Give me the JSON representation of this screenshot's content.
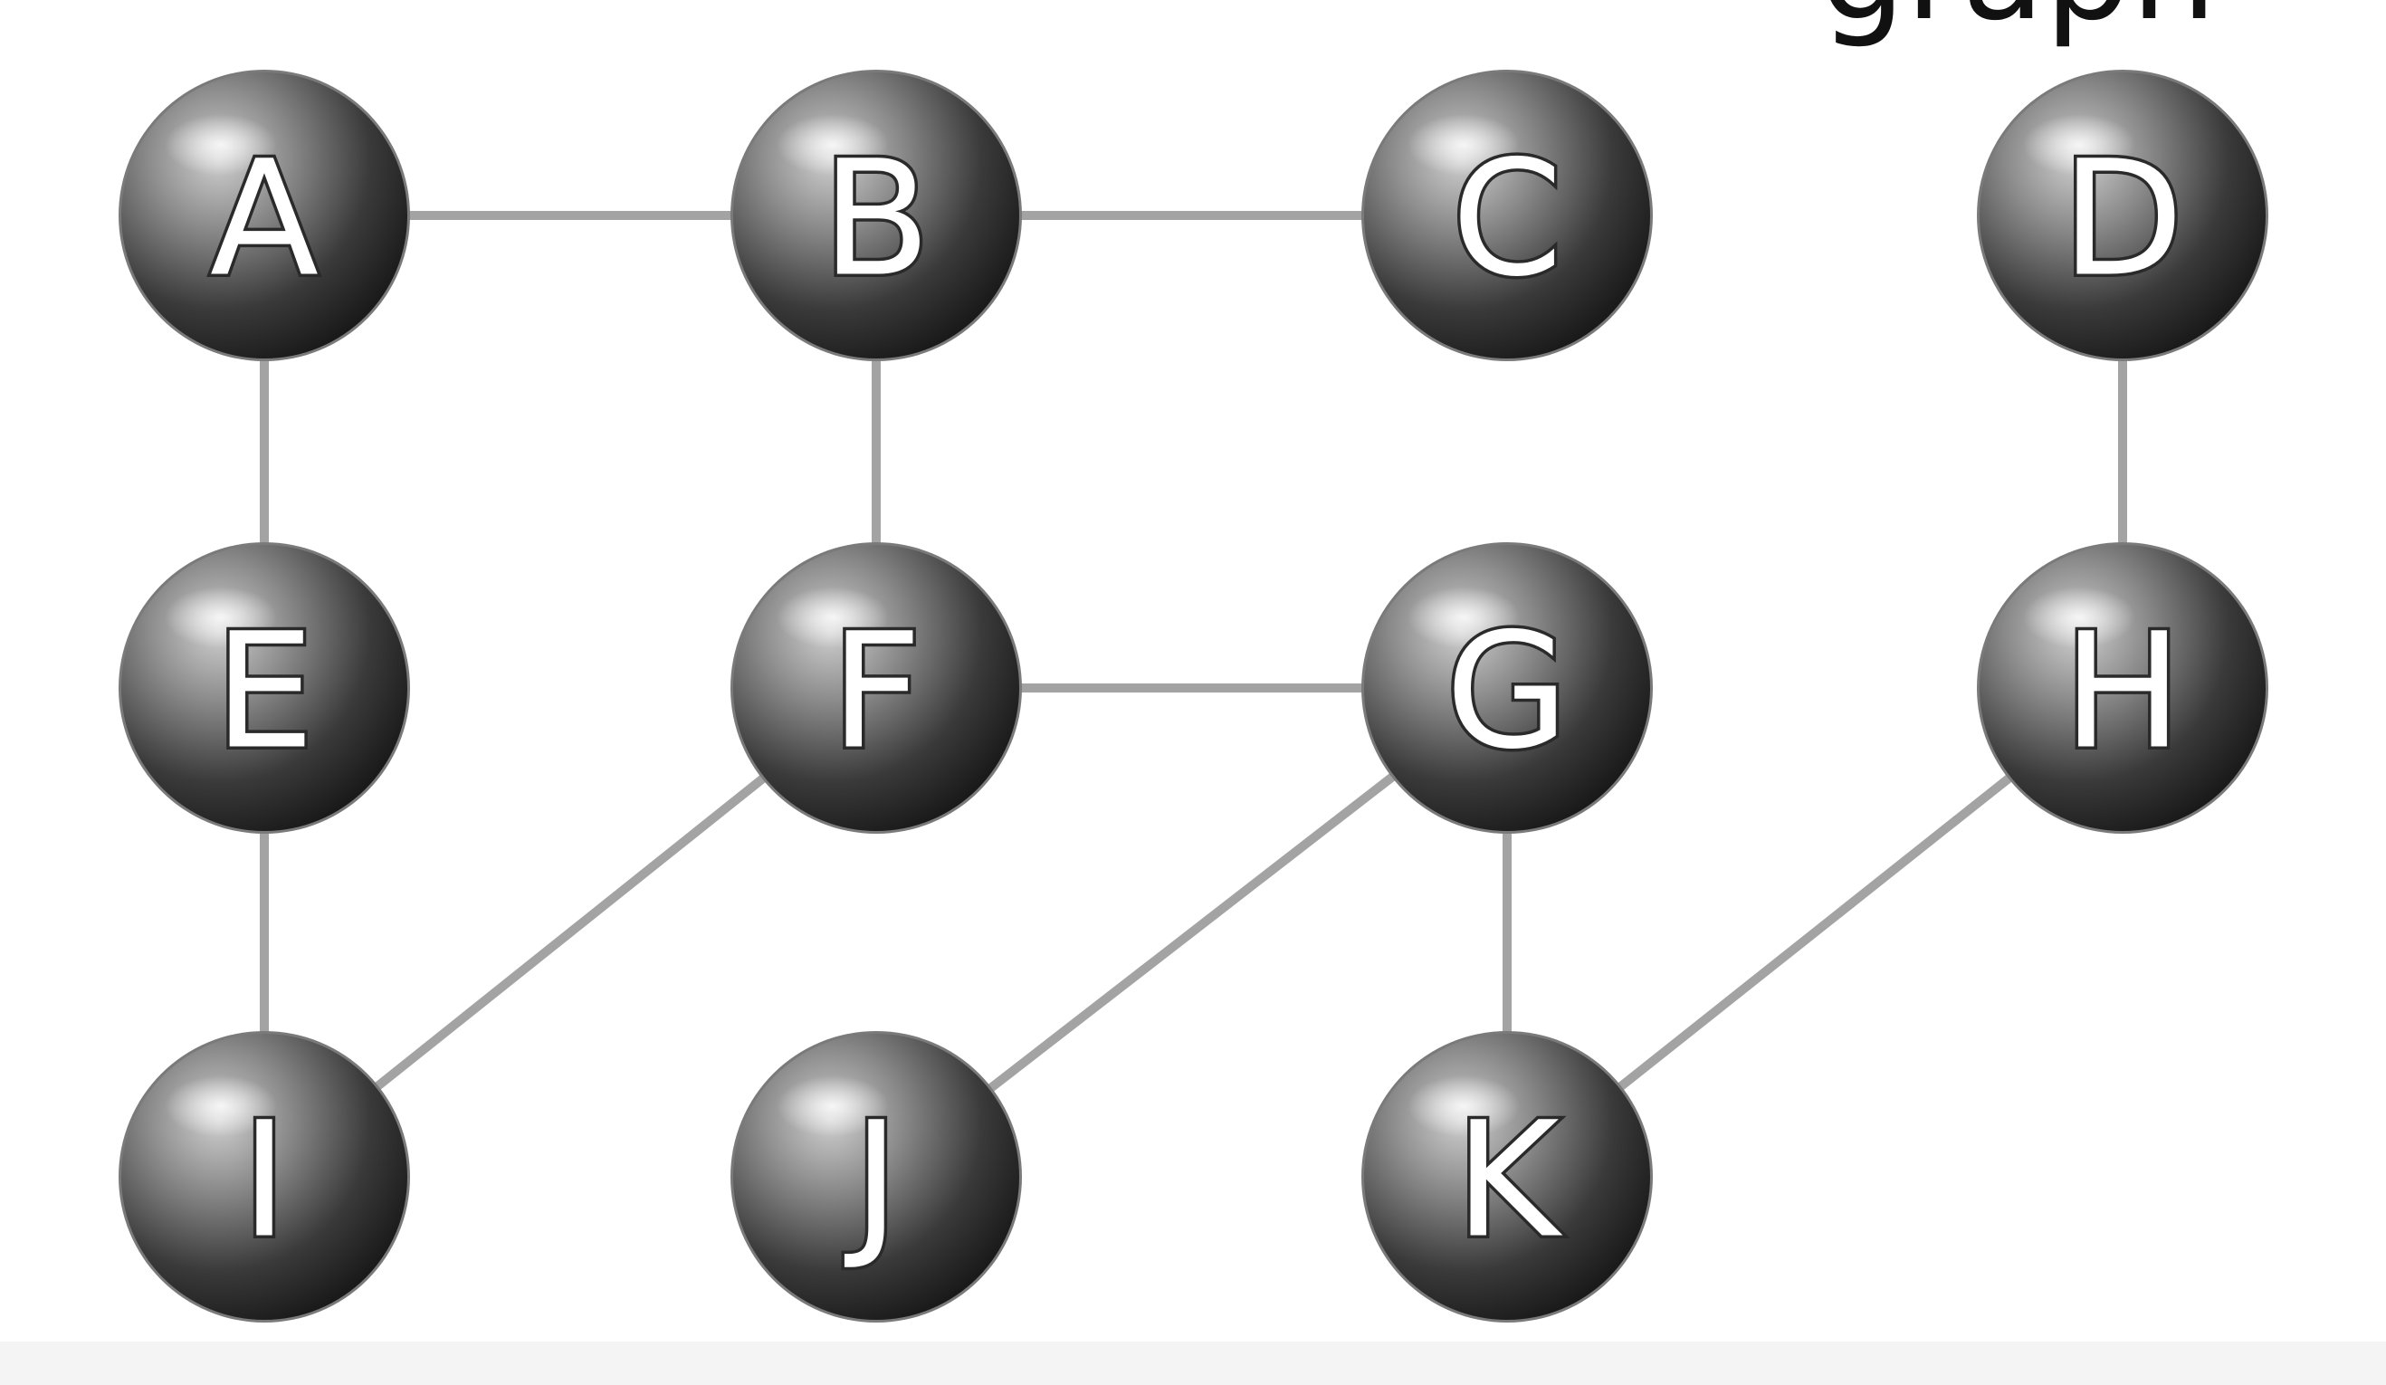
{
  "diagram": {
    "title_fragment": "graph",
    "nodes": [
      {
        "id": "A",
        "label": "A"
      },
      {
        "id": "B",
        "label": "B"
      },
      {
        "id": "C",
        "label": "C"
      },
      {
        "id": "D",
        "label": "D"
      },
      {
        "id": "E",
        "label": "E"
      },
      {
        "id": "F",
        "label": "F"
      },
      {
        "id": "G",
        "label": "G"
      },
      {
        "id": "H",
        "label": "H"
      },
      {
        "id": "I",
        "label": "I"
      },
      {
        "id": "J",
        "label": "J"
      },
      {
        "id": "K",
        "label": "K"
      }
    ],
    "edges": [
      [
        "A",
        "B"
      ],
      [
        "B",
        "C"
      ],
      [
        "A",
        "E"
      ],
      [
        "B",
        "F"
      ],
      [
        "D",
        "H"
      ],
      [
        "E",
        "I"
      ],
      [
        "F",
        "G"
      ],
      [
        "F",
        "I"
      ],
      [
        "G",
        "J"
      ],
      [
        "G",
        "K"
      ],
      [
        "H",
        "K"
      ]
    ],
    "colors": {
      "edge": "#a3a3a3",
      "node_dark": "#1c1c1c",
      "node_light": "#bdbdbd",
      "label": "#ffffff"
    }
  }
}
